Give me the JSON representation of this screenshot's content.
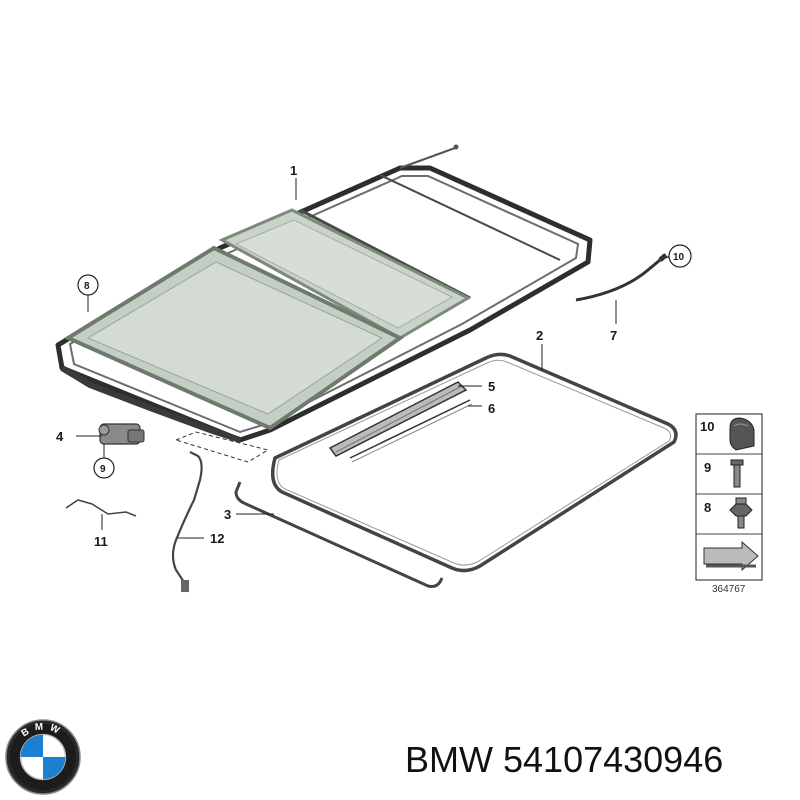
{
  "callouts": {
    "c1": "1",
    "c2": "2",
    "c3": "3",
    "c4": "4",
    "c5": "5",
    "c6": "6",
    "c7": "7",
    "c8": "8",
    "c9": "9",
    "c10": "10",
    "c11": "11",
    "c12": "12"
  },
  "legend": {
    "rows": [
      {
        "number": "10",
        "icon": "clip-icon"
      },
      {
        "number": "9",
        "icon": "bolt-icon"
      },
      {
        "number": "8",
        "icon": "hex-screw-icon"
      }
    ],
    "code": "364767"
  },
  "brand": {
    "logo_letters": "BMW",
    "caption_brand": "BMW",
    "caption_part": "54107430946"
  },
  "colors": {
    "glass": "#c6d2c6",
    "glass_edge": "#8a958a",
    "frame": "#3a3a3a",
    "seal": "#555555"
  }
}
